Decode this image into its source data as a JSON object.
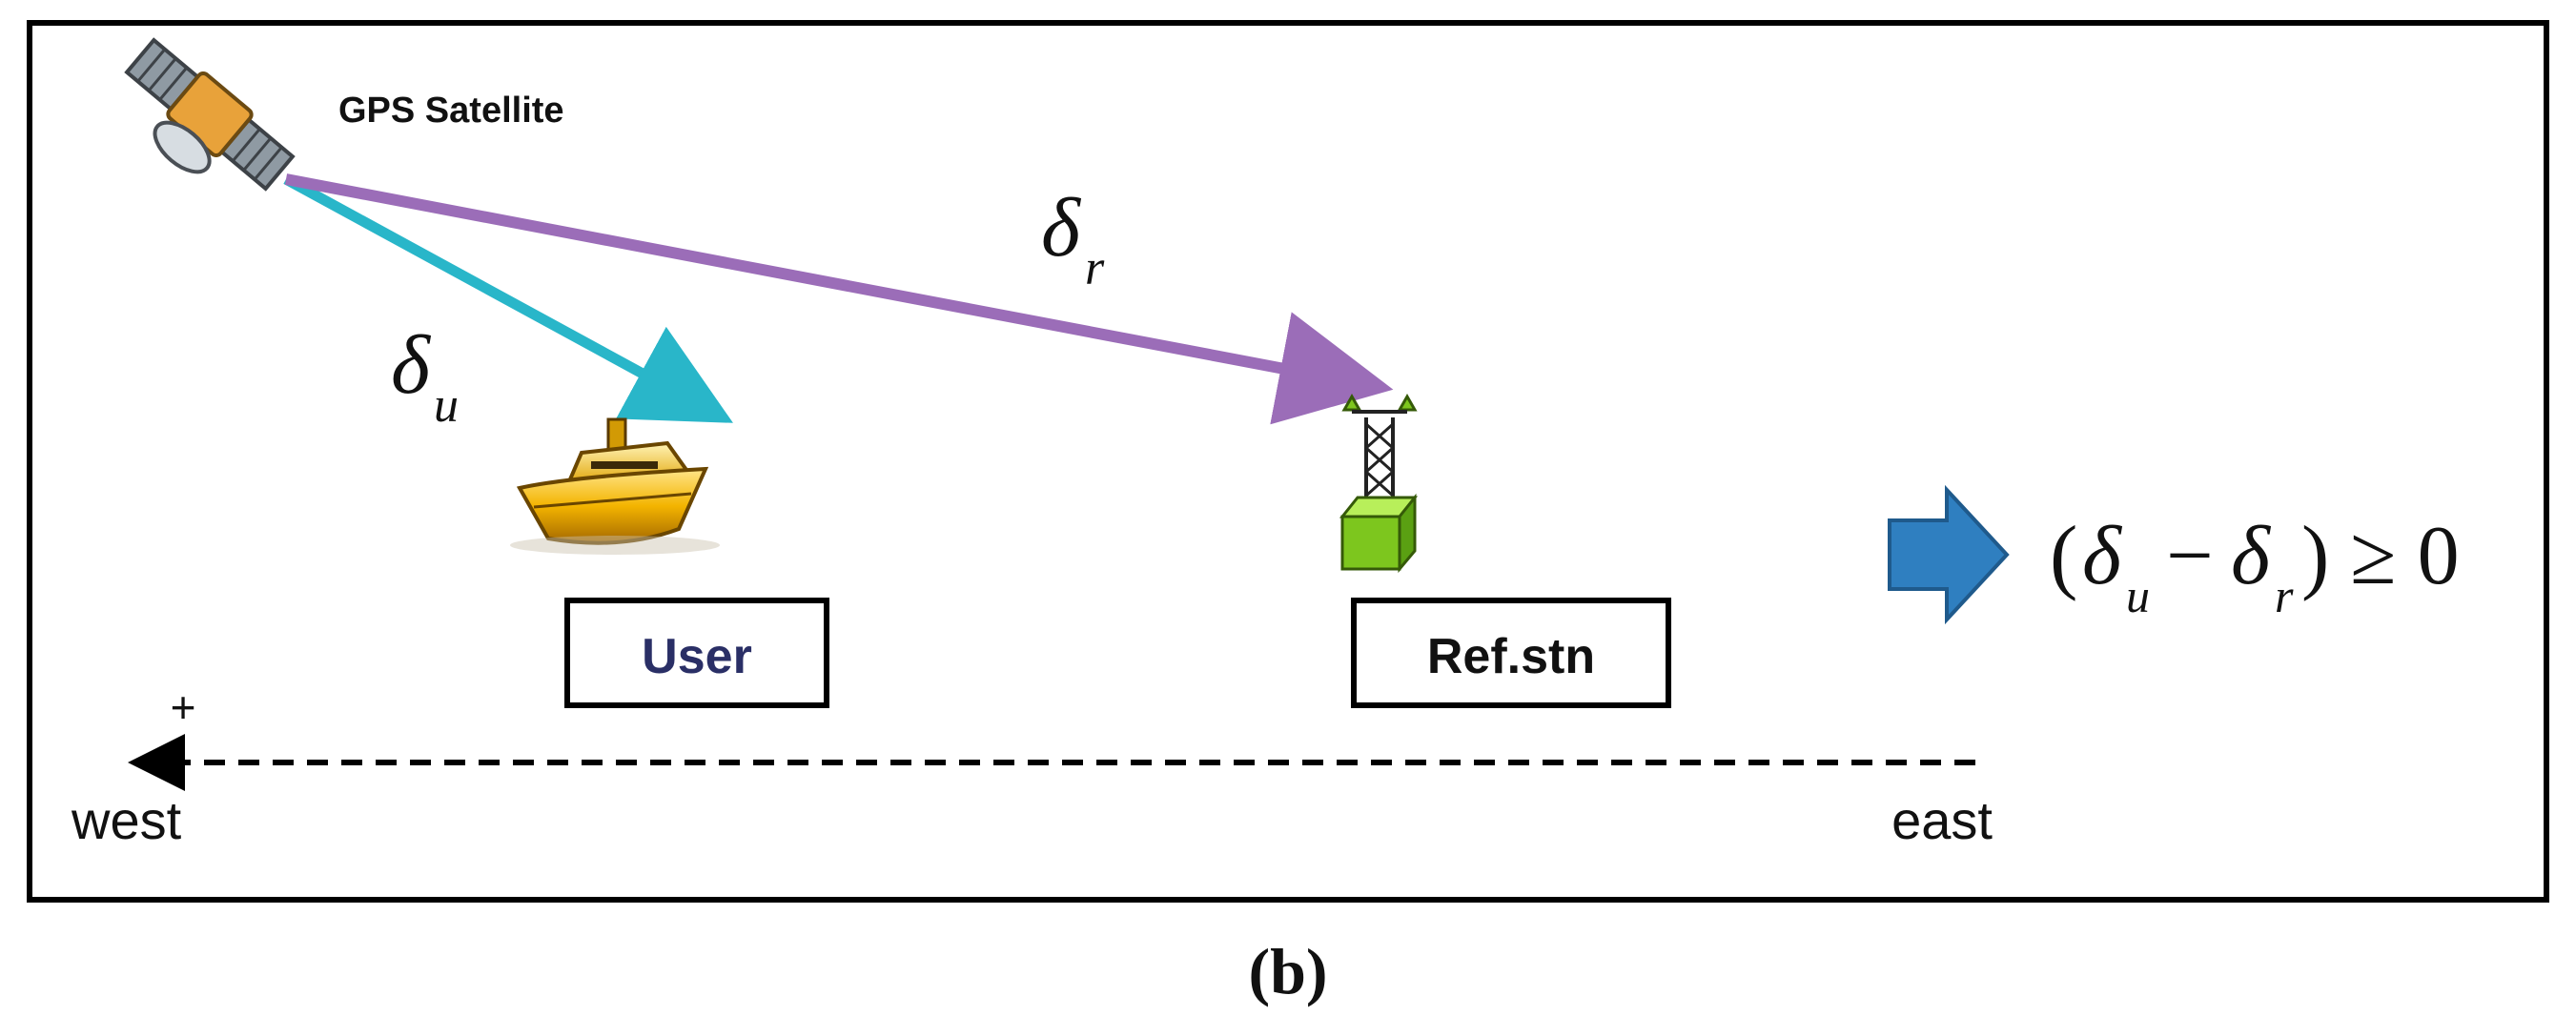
{
  "satellite": {
    "label": "GPS Satellite"
  },
  "vectors": {
    "user_delta": {
      "symbol": "δ",
      "subscript": "u"
    },
    "ref_delta": {
      "symbol": "δ",
      "subscript": "r"
    }
  },
  "boxes": {
    "user_label": "User",
    "ref_label": "Ref.stn"
  },
  "axis": {
    "plus_sign": "+",
    "west_label": "west",
    "east_label": "east"
  },
  "formula": {
    "open_paren": "(",
    "delta1": "δ",
    "sub1": "u",
    "minus": "−",
    "delta2": "δ",
    "sub2": "r",
    "close_rel": ") ≥ 0"
  },
  "caption": {
    "text": "(b)"
  },
  "colors": {
    "user_arrow": "#29b6c9",
    "ref_arrow": "#9b6db8",
    "result_arrow": "#2f7fc0",
    "user_text": "#2a2f66",
    "station_box": "#7dc61e"
  }
}
